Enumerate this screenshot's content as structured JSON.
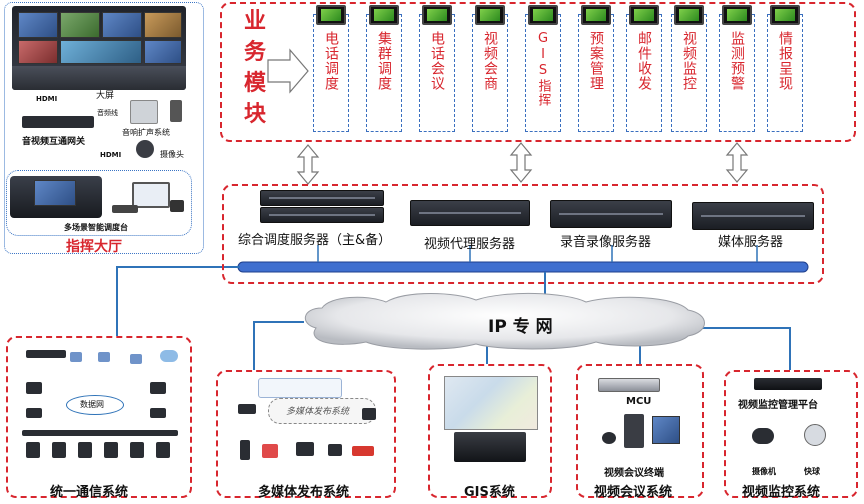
{
  "command_hall": {
    "title": "指挥大厅",
    "hdmi_top": "HDMI",
    "big_screen": "大屏",
    "audio_line": "音频线",
    "gateway": "音视频互通网关",
    "sound_system": "音响扩声系统",
    "hdmi_bottom": "HDMI",
    "camera": "摄像头",
    "console": "多场景智能调度台"
  },
  "business": {
    "title_chars": [
      "业",
      "务",
      "模",
      "块"
    ],
    "modules": [
      "电话调度",
      "集群调度",
      "电话会议",
      "视频会商",
      "GIS指挥",
      "预案管理",
      "邮件收发",
      "视频监控",
      "监测预警",
      "情报呈现"
    ]
  },
  "servers": {
    "dispatch": "综合调度服务器（主&备）",
    "video_proxy": "视频代理服务器",
    "recording": "录音录像服务器",
    "media": "媒体服务器"
  },
  "network": {
    "cloud_label": "IP 专 网"
  },
  "systems": {
    "unified_comm": "统一通信系统",
    "multimedia": "多媒体发布系统",
    "multimedia_hub": "多媒体发布系统",
    "gis": "GIS系统",
    "video_conf": "视频会议系统",
    "mcu": "MCU",
    "video_conf_terminal": "视频会议终端",
    "video_monitor": "视频监控系统",
    "monitor_platform": "视频监控管理平台",
    "camera": "摄像机",
    "dome": "快球",
    "uc_network": "数据网"
  },
  "colors": {
    "red_dash": "#d8262e",
    "blue_dot": "#3a74c4",
    "bus_blue": "#3f6fcf",
    "link_blue": "#2f73b8"
  }
}
